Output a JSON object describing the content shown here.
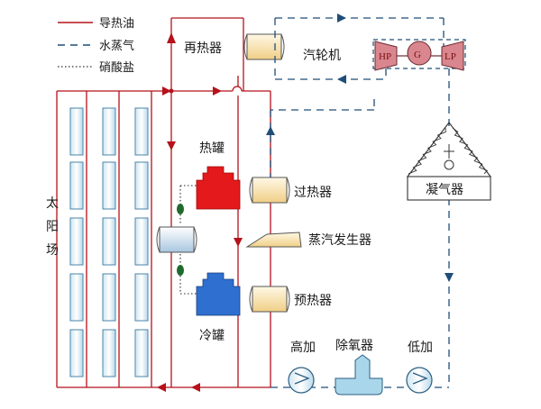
{
  "legend": {
    "oil": "导热油",
    "steam": "水蒸气",
    "salt": "硝酸盐"
  },
  "labels": {
    "reheater": "再热器",
    "turbine": "汽轮机",
    "hot_tank": "热罐",
    "cold_tank": "冷罐",
    "superheater": "过热器",
    "steam_generator": "蒸汽发生器",
    "preheater": "预热器",
    "condenser": "凝气器",
    "hp_heater": "高加",
    "deaerator": "除氧器",
    "lp_heater": "低加",
    "solar_field": [
      "太",
      "阳",
      "场"
    ]
  },
  "turbine_tags": {
    "hp": "HP",
    "gen": "G",
    "lp": "LP"
  },
  "colors": {
    "oil_line": "#b5121b",
    "steam_line": "#1f4e79",
    "hot_tank": "#e3191c",
    "cold_tank": "#2f6fcf",
    "exchanger": "#f5dca0",
    "turbine": "#d9868e",
    "heater": "#a9d6ea"
  }
}
